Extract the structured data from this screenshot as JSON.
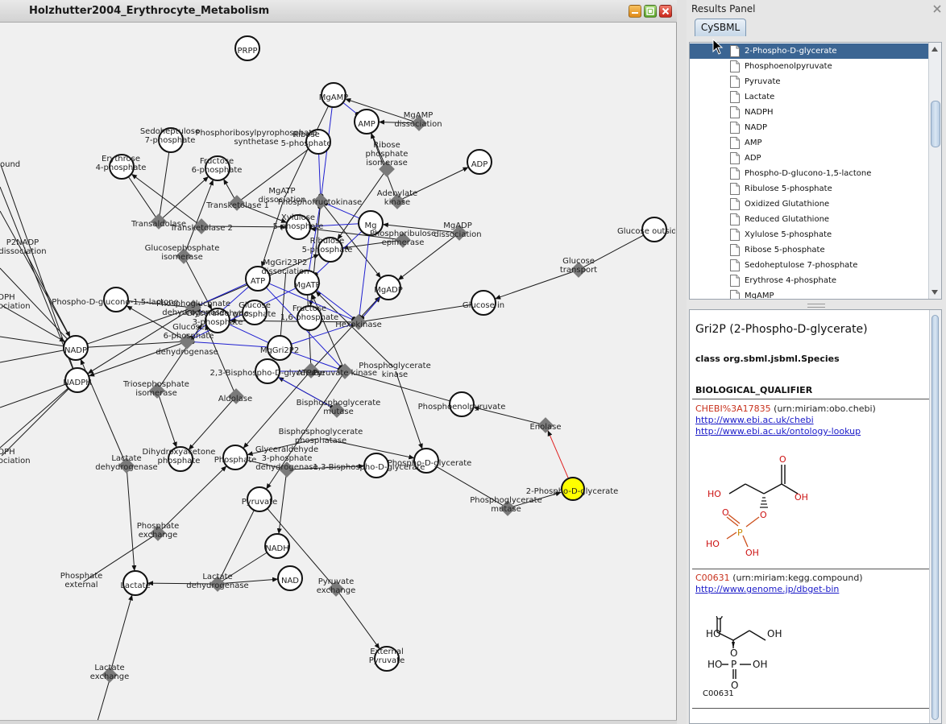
{
  "window": {
    "title": "Holzhutter2004_Erythrocyte_Metabolism"
  },
  "panel": {
    "title": "Results Panel",
    "tab": "CySBML"
  },
  "colors": {
    "highlight_node": "#ffff00",
    "selected_row": "#3b6593",
    "modifier_edge": "#1f1fd0",
    "selected_edge": "#e02020",
    "species_node": "#ffffff",
    "reaction_node": "#7a7a7a"
  },
  "tree": {
    "selected": "2-Phospho-D-glycerate",
    "items": [
      "2-Phospho-D-glycerate",
      "Phosphoenolpyruvate",
      "Pyruvate",
      "Lactate",
      "NADPH",
      "NADP",
      "AMP",
      "ADP",
      "Phospho-D-glucono-1,5-lactone",
      "Ribulose 5-phosphate",
      "Oxidized Glutathione",
      "Reduced Glutathione",
      "Xylulose 5-phosphate",
      "Ribose 5-phosphate",
      "Sedoheptulose 7-phosphate",
      "Erythrose 4-phosphate",
      "MgAMP"
    ]
  },
  "detail": {
    "title": "Gri2P (2-Phospho-D-glycerate)",
    "class_line": "class org.sbml.jsbml.Species",
    "qualifier_heading": "BIOLOGICAL_QUALIFIER",
    "annotations": [
      {
        "id": "CHEBI%3A17835",
        "urn": "(urn:miriam:obo.chebi)",
        "links": [
          "http://www.ebi.ac.uk/chebi",
          "http://www.ebi.ac.uk/ontology-lookup"
        ]
      },
      {
        "id": "C00631",
        "urn": "(urn:miriam:kegg.compound)",
        "links": [
          "http://www.genome.jp/dbget-bin"
        ]
      }
    ],
    "structure1_labels": {
      "o_top": "O",
      "ho_left": "HO",
      "oh_right": "OH",
      "o_ring": "O",
      "p": "P",
      "o_p": "O",
      "ho_p": "HO",
      "oh_p": "OH"
    },
    "structure2_labels": {
      "o_top": "O",
      "ho_left": "HO",
      "oh_right": "OH",
      "o_mid": "O",
      "ho_p": "HO",
      "p": "P",
      "oh_p": "OH",
      "o_bottom": "O"
    },
    "structure_caption": "C00631"
  },
  "network": {
    "species": [
      {
        "label": "PRPP"
      },
      {
        "label": "MgAMP"
      },
      {
        "label": "AMP"
      },
      {
        "label": "MgAMP dissociation",
        "kind": "reaction"
      },
      {
        "label": "Sedoheptulose 7-phosphate"
      },
      {
        "label": "Ribose 5-phosphate"
      },
      {
        "label": "Phosphoribosylpyrophosphate synthetase"
      },
      {
        "label": "ADP"
      },
      {
        "label": "Erythrose 4-phosphate"
      },
      {
        "label": "Fructose 6-phosphate"
      },
      {
        "label": "Ribose phosphate isomerase"
      },
      {
        "label": "Transketolase 1"
      },
      {
        "label": "MgATP dissociation"
      },
      {
        "label": "Phosphofructokinase"
      },
      {
        "label": "Adenylate kinase"
      },
      {
        "label": "Transaldolase"
      },
      {
        "label": "Transketolase 2"
      },
      {
        "label": "Xylulose 5-phosphate"
      },
      {
        "label": "Mg"
      },
      {
        "label": "MgADP dissociation"
      },
      {
        "label": "Glucose outside"
      },
      {
        "label": "Ribulose 5-phosphate"
      },
      {
        "label": "Phosphoribulose epimerase"
      },
      {
        "label": "P2NADP dissociation"
      },
      {
        "label": "Glucosephosphate isomerase"
      },
      {
        "label": "MgGri23P2 dissociation"
      },
      {
        "label": "ATP"
      },
      {
        "label": "MgATP"
      },
      {
        "label": "MgADP"
      },
      {
        "label": "Glucose transport"
      },
      {
        "label": "NADPH"
      },
      {
        "label": "Phospho-D-glucono-1,5-lactone"
      },
      {
        "label": "Phosphogluconate dehydrogenase"
      },
      {
        "label": "Glucose"
      },
      {
        "label": "Glucose 6-phosphate"
      },
      {
        "label": "Fructose 1,6-phosphate"
      },
      {
        "label": "Hexokinase"
      },
      {
        "label": "Glucose in"
      },
      {
        "label": "Glyceraldehyde 3-phosphate"
      },
      {
        "label": "Glucose 6-phosphate dehydrogenase"
      },
      {
        "label": "NADP"
      },
      {
        "label": "MgGri23P2"
      },
      {
        "label": "2,3-Bisphospho-D-glycerate"
      },
      {
        "label": "ATPase"
      },
      {
        "label": "Pyruvate kinase"
      },
      {
        "label": "Phosphoglycerate kinase"
      },
      {
        "label": "NADPH"
      },
      {
        "label": "Triosephosphate isomerase"
      },
      {
        "label": "Aldolase"
      },
      {
        "label": "Phosphoenolpyruvate"
      },
      {
        "label": "Bisphosphoglycerate mutase"
      },
      {
        "label": "Enolase"
      },
      {
        "label": "Bisphosphoglycerate phosphatase"
      },
      {
        "label": "Dihydroxyacetone phosphate"
      },
      {
        "label": "Phosphate"
      },
      {
        "label": "Glyceraldehyde 3-phosphate dehydrogenase"
      },
      {
        "label": "1,3-Bisphospho-D-glycerate"
      },
      {
        "label": "Phospho-D-glycerate"
      },
      {
        "label": "Lactate dehydrogenase"
      },
      {
        "label": "2-Phospho-D-glycerate"
      },
      {
        "label": "Phosphoglycerate mutase"
      },
      {
        "label": "Pyruvate"
      },
      {
        "label": "Phosphate exchange"
      },
      {
        "label": "NADH"
      },
      {
        "label": "Phosphate external"
      },
      {
        "label": "Lactate"
      },
      {
        "label": "Lactate dehydrogenase"
      },
      {
        "label": "NAD"
      },
      {
        "label": "Pyruvate exchange"
      },
      {
        "label": "External Pyruvate"
      },
      {
        "label": "Lactate exchange"
      },
      {
        "label": "PDH dissociation"
      },
      {
        "label": "ound"
      }
    ]
  }
}
